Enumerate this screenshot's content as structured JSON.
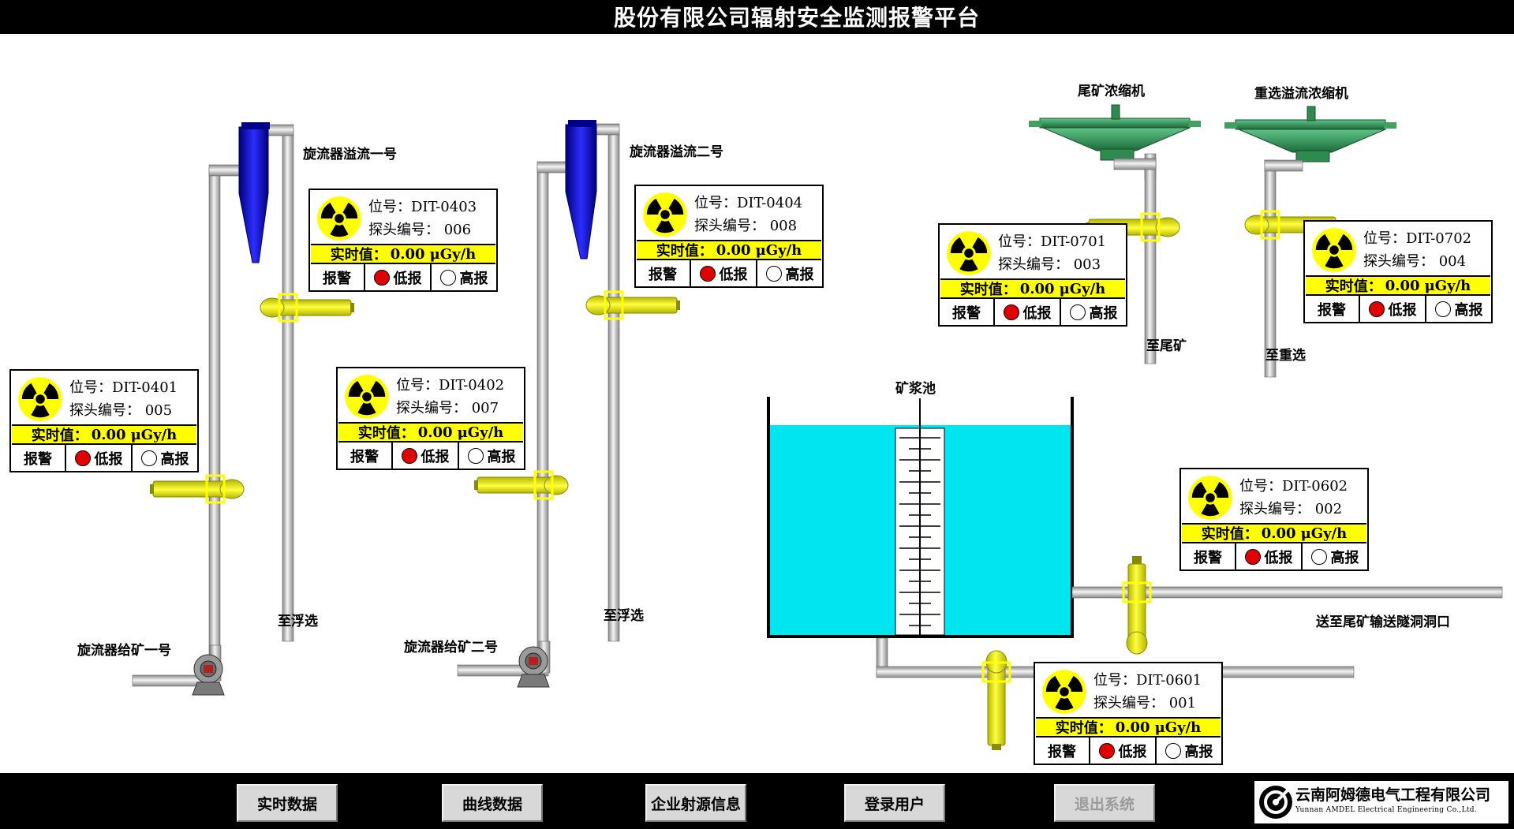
{
  "header": {
    "title": "股份有限公司辐射安全监测报警平台"
  },
  "labels": {
    "cyclone_overflow_1": "旋流器溢流一号",
    "cyclone_overflow_2": "旋流器溢流二号",
    "to_flotation_1": "至浮选",
    "to_flotation_2": "至浮选",
    "cyclone_feed_1": "旋流器给矿一号",
    "cyclone_feed_2": "旋流器给矿二号",
    "tailings_thickener": "尾矿浓缩机",
    "reselect_thickener": "重选溢流浓缩机",
    "to_tailings": "至尾矿",
    "to_reselect": "至重选",
    "slurry_tank": "矿浆池",
    "to_tunnel": "送至尾矿输送隧洞洞口"
  },
  "common": {
    "pos_label": "位号：",
    "probe_label": "探头编号：",
    "realtime_label": "实时值：",
    "unit": "μGy/h",
    "alarm_label": "报警",
    "low_label": "低报",
    "high_label": "高报",
    "low_color": "#e00000",
    "high_color": "#ffffff"
  },
  "monitors": {
    "m0403": {
      "pos": "DIT-0403",
      "probe": "006",
      "value": "0.00"
    },
    "m0401": {
      "pos": "DIT-0401",
      "probe": "005",
      "value": "0.00"
    },
    "m0402": {
      "pos": "DIT-0402",
      "probe": "007",
      "value": "0.00"
    },
    "m0404": {
      "pos": "DIT-0404",
      "probe": "008",
      "value": "0.00"
    },
    "m0701": {
      "pos": "DIT-0701",
      "probe": "003",
      "value": "0.00"
    },
    "m0702": {
      "pos": "DIT-0702",
      "probe": "004",
      "value": "0.00"
    },
    "m0602": {
      "pos": "DIT-0602",
      "probe": "002",
      "value": "0.00"
    },
    "m0601": {
      "pos": "DIT-0601",
      "probe": "001",
      "value": "0.00"
    }
  },
  "nav": {
    "realtime": "实时数据",
    "curve": "曲线数据",
    "source_info": "企业射源信息",
    "login": "登录用户",
    "exit": "退出系统"
  },
  "company": {
    "name_cn": "云南阿姆德电气工程有限公司",
    "name_en": "Yunnan AMDEL Electrical Engineering Co.,Ltd."
  },
  "colors": {
    "tank_water": "#00e5f0",
    "pipe": "#c8c8c8",
    "detector": "#ffff00",
    "cyclone": "#0000e8",
    "thickener": "#2f9a55"
  }
}
